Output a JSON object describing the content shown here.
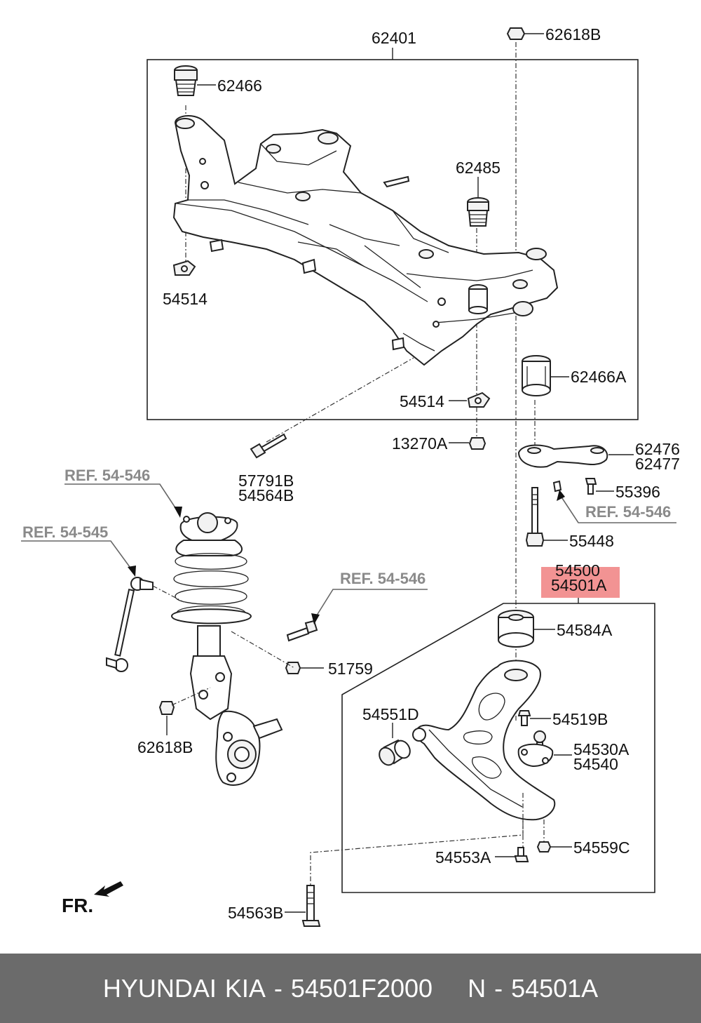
{
  "labels": {
    "l62401": "62401",
    "l62618B_top": "62618B",
    "l62466": "62466",
    "l62485": "62485",
    "l54514_left": "54514",
    "l62466A": "62466A",
    "l54514_mid": "54514",
    "l13270A": "13270A",
    "l57791B": "57791B",
    "l54564B": "54564B",
    "l62476": "62476",
    "l62477": "62477",
    "l55396": "55396",
    "l55448": "55448",
    "l54500": "54500",
    "l54501A": "54501A",
    "l54584A": "54584A",
    "l51759": "51759",
    "l62618B_low": "62618B",
    "l54551D": "54551D",
    "l54519B": "54519B",
    "l54530A": "54530A",
    "l54540": "54540",
    "l54553A": "54553A",
    "l54559C": "54559C",
    "l54563B": "54563B"
  },
  "refs": {
    "ref_strut": "REF. 54-546",
    "ref_stab": "REF. 54-545",
    "ref_bolt": "REF. 54-546",
    "ref_right": "REF. 54-546"
  },
  "front_marker": "FR.",
  "highlight_color": "#f08080",
  "footer": {
    "brand": "HYUNDAI",
    "make": "KIA",
    "sep1": "-",
    "part_number": "54501F2000",
    "n_prefix": "N",
    "sep2": "-",
    "ref_number": "54501A"
  }
}
